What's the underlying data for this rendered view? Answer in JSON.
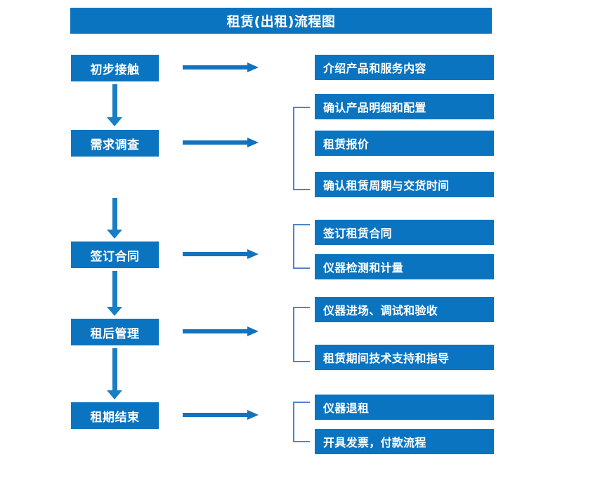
{
  "diagram": {
    "title": "租赁(出租)流程图",
    "colors": {
      "box_fill": "#0b74c0",
      "box_text": "#ffffff",
      "arrow": "#1272bd",
      "bracket": "#4a86c8",
      "background": "#ffffff"
    },
    "stages": [
      {
        "id": "stage-1",
        "label": "初步接触"
      },
      {
        "id": "stage-2",
        "label": "需求调查"
      },
      {
        "id": "stage-3",
        "label": "签订合同"
      },
      {
        "id": "stage-4",
        "label": "租后管理"
      },
      {
        "id": "stage-5",
        "label": "租期结束"
      }
    ],
    "details": [
      {
        "id": "detail-1-1",
        "label": "介绍产品和服务内容"
      },
      {
        "id": "detail-2-1",
        "label": "确认产品明细和配置"
      },
      {
        "id": "detail-2-2",
        "label": "租赁报价"
      },
      {
        "id": "detail-2-3",
        "label": "确认租赁周期与交货时间"
      },
      {
        "id": "detail-3-1",
        "label": "签订租赁合同"
      },
      {
        "id": "detail-3-2",
        "label": "仪器检测和计量"
      },
      {
        "id": "detail-4-1",
        "label": "仪器进场、调试和验收"
      },
      {
        "id": "detail-4-2",
        "label": "租赁期间技术支持和指导"
      },
      {
        "id": "detail-5-1",
        "label": "仪器退租"
      },
      {
        "id": "detail-5-2",
        "label": "开具发票，付款流程"
      }
    ]
  }
}
